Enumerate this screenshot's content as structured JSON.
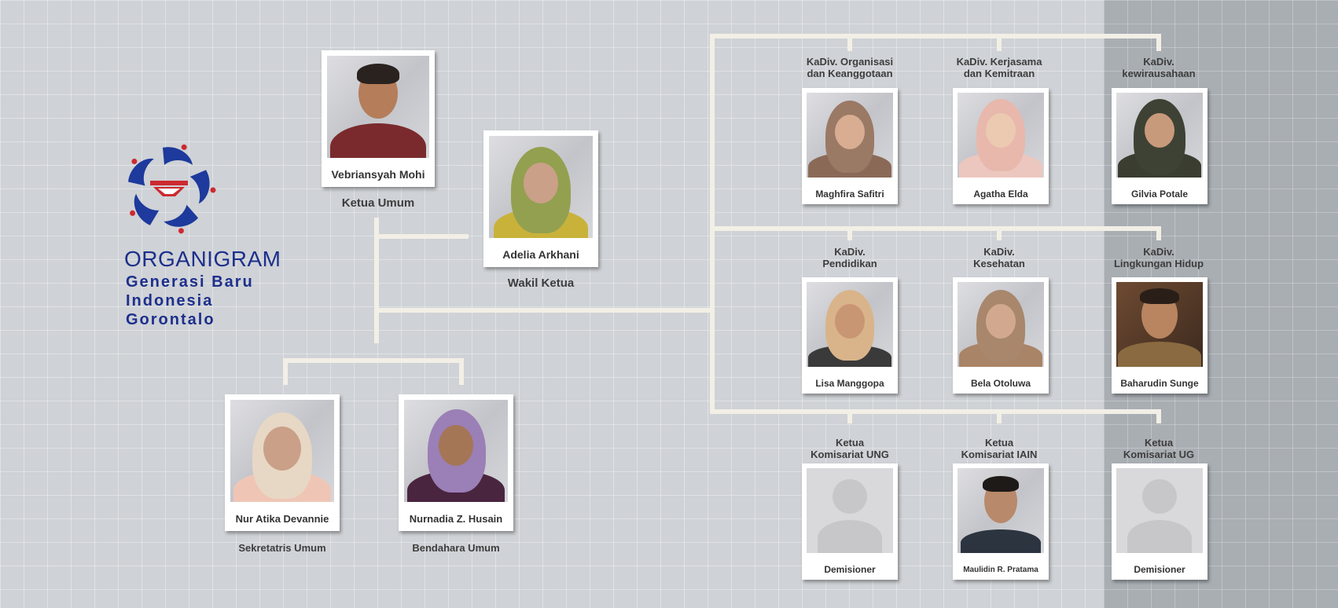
{
  "logo": {
    "title": "ORGANIGRAM",
    "line1": "Generasi Baru",
    "line2": "Indonesia",
    "line3": "Gorontalo",
    "colors": {
      "blue": "#1d3a9c",
      "red": "#cc2a30"
    }
  },
  "leaders": {
    "ketua": {
      "name": "Vebriansyah Mohi",
      "role": "Ketua Umum"
    },
    "wakil": {
      "name": "Adelia Arkhani",
      "role": "Wakil Ketua"
    },
    "sekretaris": {
      "name": "Nur Atika Devannie",
      "role": "Sekretatris Umum"
    },
    "bendahara": {
      "name": "Nurnadia Z. Husain",
      "role": "Bendahara Umum"
    }
  },
  "divisions": [
    {
      "title_1": "KaDiv. Organisasi",
      "title_2": "dan Keanggotaan",
      "name": "Maghfira Safitri"
    },
    {
      "title_1": "KaDiv. Kerjasama",
      "title_2": "dan Kemitraan",
      "name": "Agatha Elda"
    },
    {
      "title_1": "KaDiv.",
      "title_2": "kewirausahaan",
      "name": "Gilvia Potale"
    },
    {
      "title_1": "KaDiv.",
      "title_2": "Pendidikan",
      "name": "Lisa Manggopa"
    },
    {
      "title_1": "KaDiv.",
      "title_2": "Kesehatan",
      "name": "Bela Otoluwa"
    },
    {
      "title_1": "KaDiv.",
      "title_2": "Lingkungan Hidup",
      "name": "Baharudin Sunge"
    },
    {
      "title_1": "Ketua",
      "title_2": "Komisariat UNG",
      "name": "Demisioner"
    },
    {
      "title_1": "Ketua",
      "title_2": "Komisariat IAIN",
      "name": "Maulidin R. Pratama"
    },
    {
      "title_1": "Ketua",
      "title_2": "Komisariat UG",
      "name": "Demisioner"
    }
  ]
}
